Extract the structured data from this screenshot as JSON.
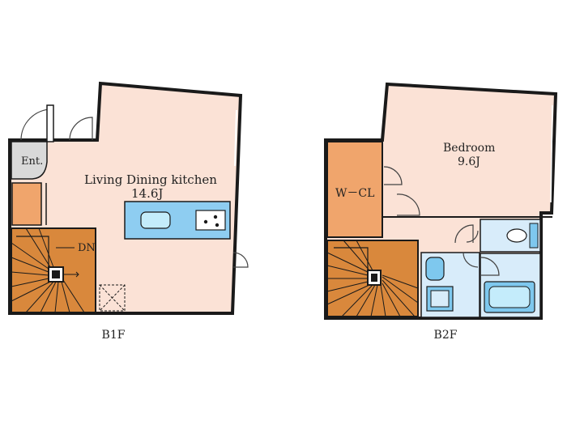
{
  "colors": {
    "wall": "#1a1a1a",
    "floor": "#fbe2d6",
    "storage": "#f0a56c",
    "stair": "#d9883c",
    "entry": "#d9d9d9",
    "wet": "#d8ecfa",
    "fixture": "#7ec8ee",
    "counter": "#8ecdf1"
  },
  "floors": [
    {
      "caption": "B1F",
      "rooms": {
        "ldk_label": "Living  Dining  kitchen",
        "ldk_size": "14.6J",
        "entrance": "Ent.",
        "stair_direction": "DN"
      }
    },
    {
      "caption": "B2F",
      "rooms": {
        "bedroom_label": "Bedroom",
        "bedroom_size": "9.6J",
        "closet": "W－CL"
      }
    }
  ]
}
